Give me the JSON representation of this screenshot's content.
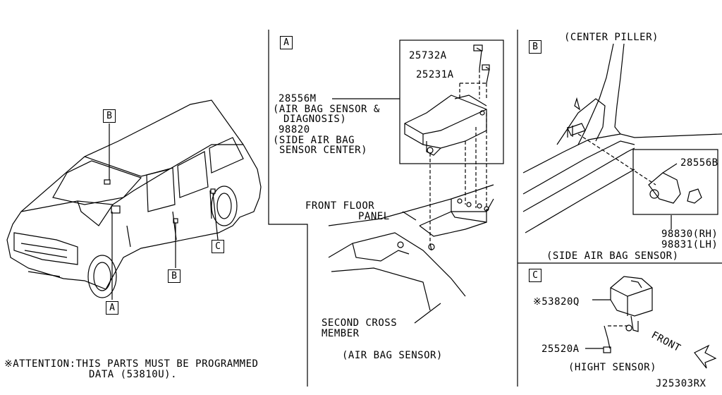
{
  "callouts": {
    "a": "A",
    "b": "B",
    "c": "C"
  },
  "section_a": {
    "part_25732a": "25732A",
    "part_25231a": "25231A",
    "part_28556m": "28556M",
    "desc_28556m_1": "(AIR BAG SENSOR &",
    "desc_28556m_2": "DIAGNOSIS)",
    "part_98820": "98820",
    "desc_98820_1": "(SIDE AIR BAG",
    "desc_98820_2": "SENSOR CENTER)",
    "front_floor_1": "FRONT FLOOR",
    "front_floor_2": "PANEL",
    "second_cross_1": "SECOND CROSS",
    "second_cross_2": "MEMBER",
    "caption": "(AIR BAG SENSOR)"
  },
  "section_b": {
    "center_piller": "(CENTER PILLER)",
    "part_28556b": "28556B",
    "part_98830": "98830(RH)",
    "part_98831": "98831(LH)",
    "caption": "(SIDE AIR BAG SENSOR)"
  },
  "section_c": {
    "part_53820q": "※53820Q",
    "part_25520a": "25520A",
    "front": "FRONT",
    "caption": "(HIGHT SENSOR)"
  },
  "attention_1": "※ATTENTION:THIS PARTS MUST BE PROGRAMMED",
  "attention_2": "DATA (53810U).",
  "diagram_code": "J25303RX"
}
